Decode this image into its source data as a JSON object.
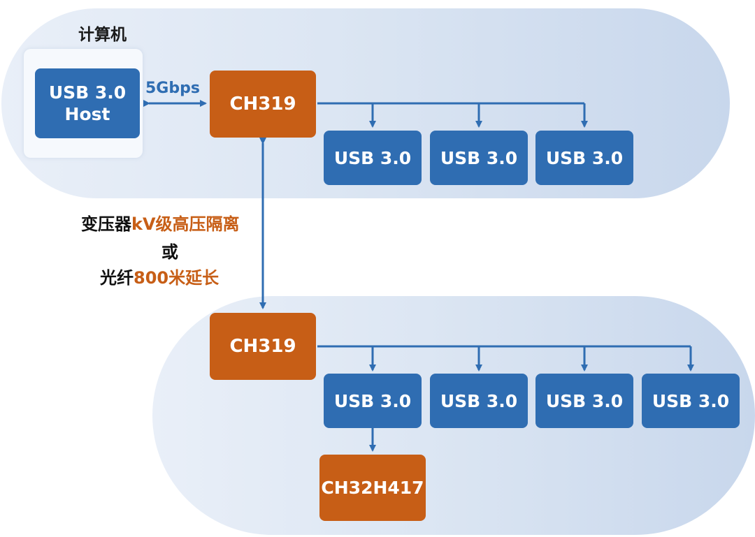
{
  "colors": {
    "blue": "#2f6db2",
    "orange": "#c75e16",
    "text": "#111111"
  },
  "top_group": {
    "computer_label": "计算机",
    "host_line1": "USB 3.0",
    "host_line2": "Host",
    "link_speed": "5Gbps",
    "hub_chip": "CH319",
    "ports": [
      "USB 3.0",
      "USB 3.0",
      "USB 3.0"
    ]
  },
  "connection": {
    "line1_prefix": "变压器",
    "line1_accent": "kV级高压隔离",
    "line2": "或",
    "line3_prefix": "光纤",
    "line3_accent": "800米延长"
  },
  "bottom_group": {
    "hub_chip": "CH319",
    "ports": [
      "USB 3.0",
      "USB 3.0",
      "USB 3.0",
      "USB 3.0"
    ],
    "device_chip": "CH32H417"
  }
}
